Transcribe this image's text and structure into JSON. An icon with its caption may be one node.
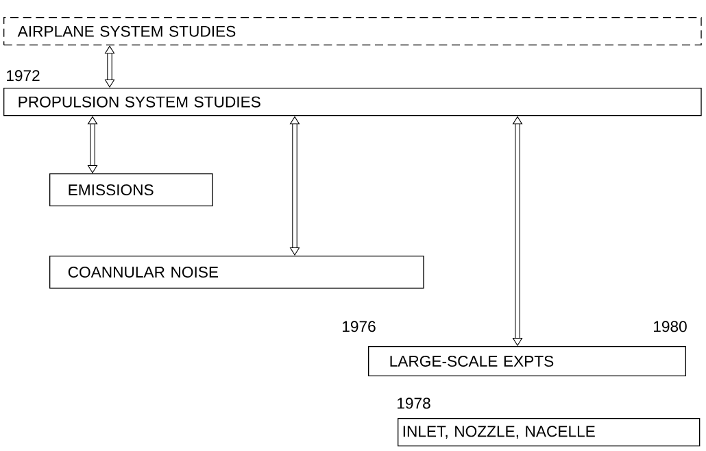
{
  "diagram": {
    "nodes": [
      {
        "text": [
          "AIRPLANE SYSTEM STUDIES"
        ]
      },
      {
        "text": [
          "PROPULSION SYSTEM STUDIES"
        ],
        "beside": [
          "1972"
        ]
      },
      {
        "text": [
          "EMISSIONS"
        ]
      },
      {
        "text": [
          "COANNULAR NOISE"
        ]
      },
      {
        "text": [
          "LARGE-SCALE EXPTS"
        ],
        "beside": [
          "1976",
          "1980"
        ]
      },
      {
        "text": [
          "INLET, NOZZLE, NACELLE"
        ],
        "beside": [
          "1978"
        ]
      }
    ],
    "edges": [
      {
        "from": 0,
        "to": 1,
        "arrow": "both"
      },
      {
        "from": 1,
        "to": 2,
        "arrow": "both"
      },
      {
        "from": 1,
        "to": 3,
        "arrow": "both"
      },
      {
        "from": 1,
        "to": 4,
        "arrow": "both"
      }
    ]
  }
}
